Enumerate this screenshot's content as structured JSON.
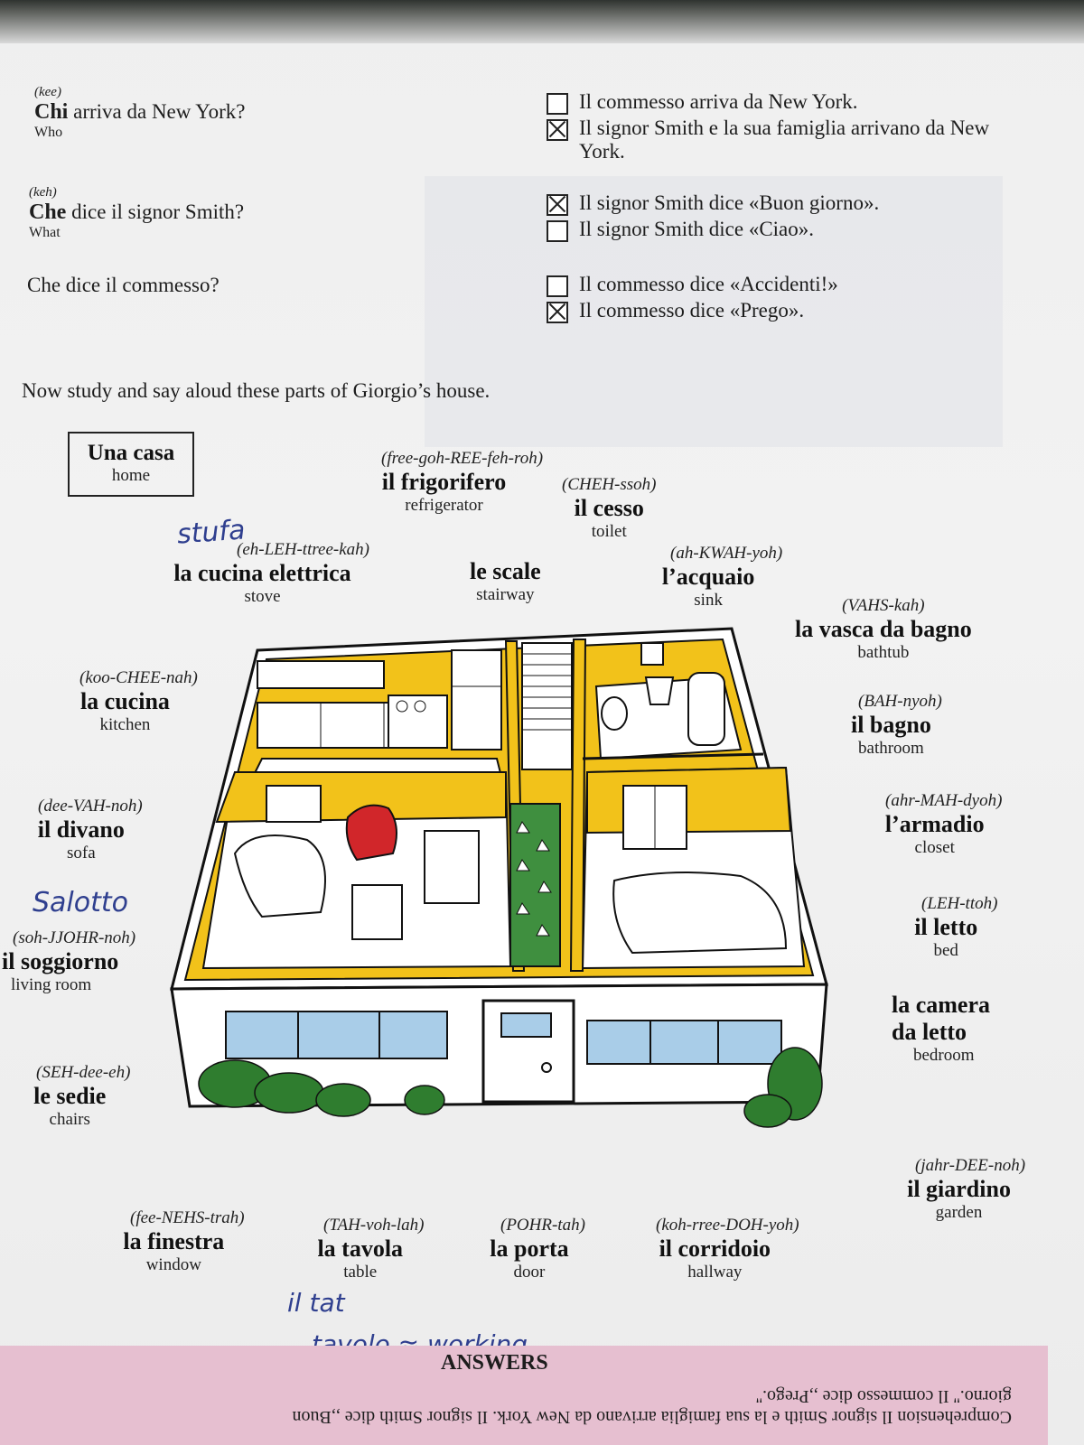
{
  "comprehension": [
    {
      "pron": "(kee)",
      "question_keyword": "Chi",
      "question_rest": " arriva da New York?",
      "gloss": "Who",
      "options": [
        {
          "text": "Il commesso arriva da New York.",
          "checked": false
        },
        {
          "text": "Il signor Smith e la sua famiglia arrivano da New York.",
          "checked": true
        }
      ]
    },
    {
      "pron": "(keh)",
      "question_keyword": "Che",
      "question_rest": " dice il signor Smith?",
      "gloss": "What",
      "options": [
        {
          "text": "Il signor Smith dice «Buon giorno».",
          "checked": true
        },
        {
          "text": "Il signor Smith dice «Ciao».",
          "checked": false
        }
      ]
    },
    {
      "pron": "",
      "question_keyword": "",
      "question_rest": "Che dice il commesso?",
      "gloss": "",
      "options": [
        {
          "text": "Il commesso dice «Accidenti!»",
          "checked": false
        },
        {
          "text": "Il commesso dice «Prego».",
          "checked": true
        }
      ]
    }
  ],
  "instruction": "Now study and say aloud these parts of Giorgio’s house.",
  "title_box": {
    "italian": "Una casa",
    "english": "home"
  },
  "vocab": {
    "frigorifero": {
      "pron": "(free-goh-REE-feh-roh)",
      "it": "il frigorifero",
      "en": "refrigerator"
    },
    "cesso": {
      "pron": "(CHEH-ssoh)",
      "it": "il cesso",
      "en": "toilet"
    },
    "cucina_elettrica": {
      "pron": "(eh-LEH-ttree-kah)",
      "it": "la cucina elettrica",
      "en": "stove"
    },
    "scale": {
      "pron": "",
      "it": "le scale",
      "en": "stairway"
    },
    "acquaio": {
      "pron": "(ah-KWAH-yoh)",
      "it": "l’acquaio",
      "en": "sink"
    },
    "vasca": {
      "pron": "(VAHS-kah)",
      "it": "la vasca da bagno",
      "en": "bathtub"
    },
    "cucina": {
      "pron": "(koo-CHEE-nah)",
      "it": "la cucina",
      "en": "kitchen"
    },
    "bagno": {
      "pron": "(BAH-nyoh)",
      "it": "il bagno",
      "en": "bathroom"
    },
    "divano": {
      "pron": "(dee-VAH-noh)",
      "it": "il divano",
      "en": "sofa"
    },
    "armadio": {
      "pron": "(ahr-MAH-dyoh)",
      "it": "l’armadio",
      "en": "closet"
    },
    "soggiorno": {
      "pron": "(soh-JJOHR-noh)",
      "it": "il soggiorno",
      "en": "living room"
    },
    "letto": {
      "pron": "(LEH-ttoh)",
      "it": "il letto",
      "en": "bed"
    },
    "camera": {
      "pron": "",
      "it1": "la camera",
      "it2": "da letto",
      "en": "bedroom"
    },
    "sedie": {
      "pron": "(SEH-dee-eh)",
      "it": "le sedie",
      "en": "chairs"
    },
    "giardino": {
      "pron": "(jahr-DEE-noh)",
      "it": "il giardino",
      "en": "garden"
    },
    "finestra": {
      "pron": "(fee-NEHS-trah)",
      "it": "la finestra",
      "en": "window"
    },
    "tavola": {
      "pron": "(TAH-voh-lah)",
      "it": "la tavola",
      "en": "table"
    },
    "porta": {
      "pron": "(POHR-tah)",
      "it": "la porta",
      "en": "door"
    },
    "corridoio": {
      "pron": "(koh-rree-DOH-yoh)",
      "it": "il corridoio",
      "en": "hallway"
    }
  },
  "handwriting": {
    "stufa": "stufa",
    "salotto": "Salotto",
    "il_tat": "il tat",
    "tavolo": "tavolo ≈ working"
  },
  "answers": {
    "heading": "ANSWERS",
    "line1": "Comprehension  Il signor Smith e la sua famiglia arrivano da New York.  Il signor Smith dice ,,Buon",
    "line2": "giorno.''  Il commesso dice ,,Prego.''"
  },
  "colors": {
    "wall_yellow": "#f2c21a",
    "window_blue": "#a9cde8",
    "bush_green": "#2f7d2f",
    "answers_pink": "#e6bfd0",
    "handwriting_blue": "#2f3f8f"
  }
}
